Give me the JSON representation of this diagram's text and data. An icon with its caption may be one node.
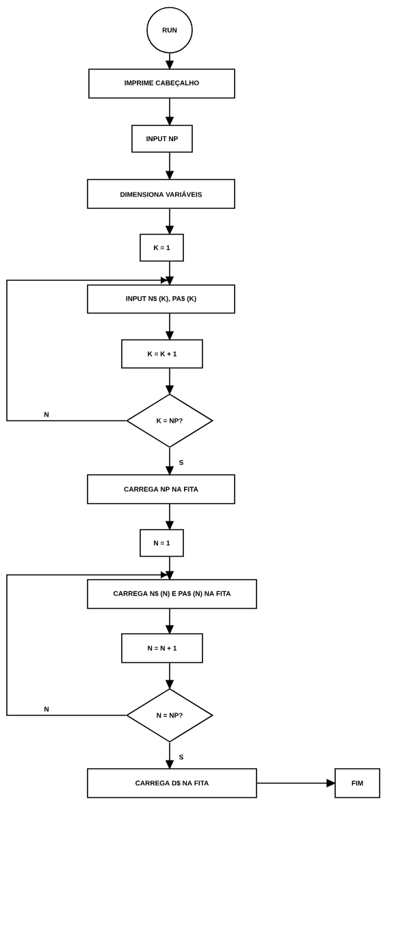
{
  "diagram": {
    "nodes": [
      {
        "text": [
          "RUN"
        ]
      },
      {
        "text": [
          "IMPRIME CABEÇALHO"
        ]
      },
      {
        "text": [
          "INPUT NP"
        ]
      },
      {
        "text": [
          "DIMENSIONA VARIÁVEIS"
        ]
      },
      {
        "text": [
          "K = 1"
        ]
      },
      {
        "text": [
          "INPUT N$ (K), PA$ (K)"
        ]
      },
      {
        "text": [
          "K = K + 1"
        ]
      },
      {
        "text": [
          "K = NP?"
        ]
      },
      {
        "text": [
          "CARREGA NP NA FITA"
        ]
      },
      {
        "text": [
          "N = 1"
        ]
      },
      {
        "text": [
          "CARREGA N$ (N) E PA$ (N) NA FITA"
        ]
      },
      {
        "text": [
          "N = N + 1"
        ]
      },
      {
        "text": [
          "N = NP?"
        ]
      },
      {
        "text": [
          "CARREGA D$ NA FITA"
        ]
      },
      {
        "text": [
          "FIM"
        ]
      }
    ],
    "edges": [
      {
        "from": 0,
        "to": 1,
        "arrow": "to"
      },
      {
        "from": 1,
        "to": 2,
        "arrow": "to"
      },
      {
        "from": 2,
        "to": 3,
        "arrow": "to"
      },
      {
        "from": 3,
        "to": 4,
        "arrow": "to"
      },
      {
        "from": 4,
        "to": 5,
        "arrow": "to"
      },
      {
        "from": 5,
        "to": 6,
        "arrow": "to"
      },
      {
        "from": 6,
        "to": 7,
        "arrow": "to"
      },
      {
        "from": 7,
        "to": 8,
        "arrow": "to",
        "label": "S"
      },
      {
        "from": 7,
        "to": 5,
        "arrow": "to",
        "label": "N"
      },
      {
        "from": 8,
        "to": 9,
        "arrow": "to"
      },
      {
        "from": 9,
        "to": 10,
        "arrow": "to"
      },
      {
        "from": 10,
        "to": 11,
        "arrow": "to"
      },
      {
        "from": 11,
        "to": 12,
        "arrow": "to"
      },
      {
        "from": 12,
        "to": 13,
        "arrow": "to",
        "label": "S"
      },
      {
        "from": 12,
        "to": 10,
        "arrow": "to",
        "label": "N"
      },
      {
        "from": 13,
        "to": 14,
        "arrow": "to"
      }
    ]
  }
}
